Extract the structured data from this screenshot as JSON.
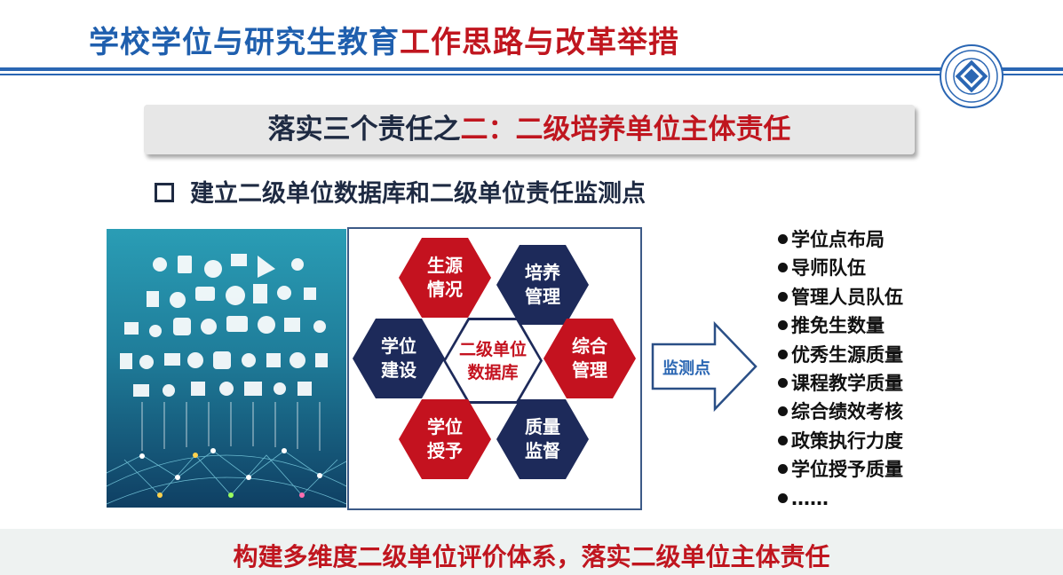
{
  "header": {
    "title_blue": "学校学位与研究生教育",
    "title_red": "工作思路与改革举措"
  },
  "banner": {
    "text_dark": "落实三个责任之",
    "text_red": "二",
    "text_dark2": "：二级培养单位主体责任"
  },
  "subtitle": "建立二级单位数据库和二级单位责任监测点",
  "hexagons": {
    "top_left": "生源\n情况",
    "top_right": "培养\n管理",
    "mid_left": "学位\n建设",
    "center": "二级单位\n数据库",
    "mid_right": "综合\n管理",
    "bottom_left": "学位\n授予",
    "bottom_right": "质量\n监督"
  },
  "arrow_label": "监测点",
  "monitor_points": [
    "学位点布局",
    "导师队伍",
    "管理人员队伍",
    "推免生数量",
    "优秀生源质量",
    "课程教学质量",
    "综合绩效考核",
    "政策执行力度",
    "学位授予质量",
    "……"
  ],
  "footer": "构建多维度二级单位评价体系，落实二级单位主体责任",
  "colors": {
    "brand_blue": "#1f5fae",
    "accent_red": "#c0161f",
    "navy": "#1d2a5a"
  }
}
